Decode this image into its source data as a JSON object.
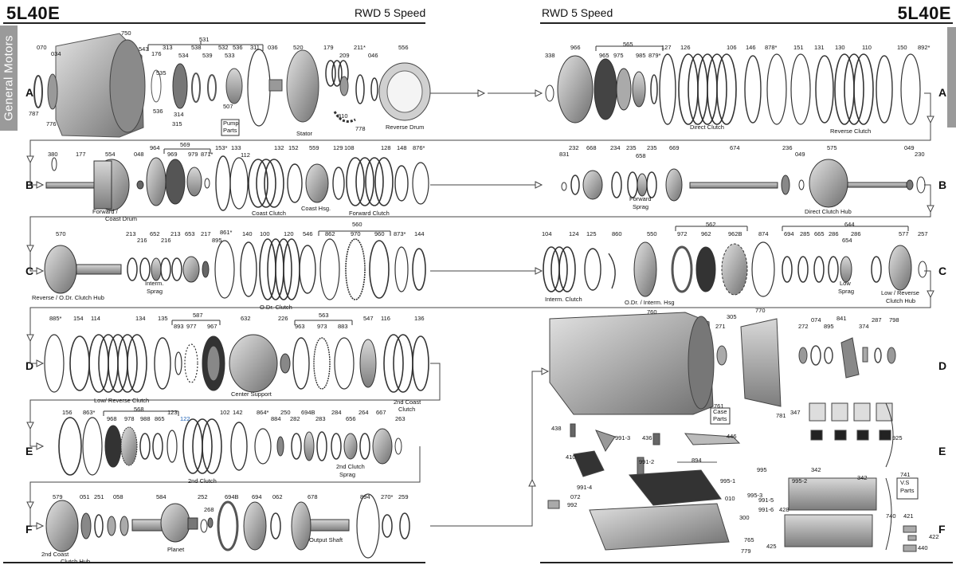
{
  "header": {
    "model_left": "5L40E",
    "model_right": "5L40E",
    "subtitle_left": "RWD 5 Speed",
    "subtitle_right": "RWD 5 Speed",
    "side_tab": "General Motors"
  },
  "rows": [
    "A",
    "B",
    "C",
    "D",
    "E",
    "F"
  ],
  "part_numbers": [
    "070",
    "034",
    "750",
    "787",
    "776",
    "543",
    "176",
    "313",
    "535",
    "536",
    "314",
    "315",
    "531",
    "534",
    "538",
    "539",
    "532",
    "533",
    "536",
    "311",
    "507",
    "036",
    "520",
    "179",
    "209",
    "211*",
    "310",
    "778",
    "046",
    "556",
    "380",
    "177",
    "554",
    "048",
    "964",
    "569",
    "969",
    "979",
    "871*",
    "153*",
    "133",
    "112",
    "132",
    "152",
    "559",
    "129",
    "108",
    "128",
    "148",
    "876*",
    "570",
    "213",
    "216",
    "652",
    "216",
    "213",
    "653",
    "217",
    "895",
    "861*",
    "140",
    "100",
    "120",
    "546",
    "862",
    "560",
    "970",
    "960",
    "873*",
    "144",
    "885*",
    "154",
    "114",
    "134",
    "135",
    "893",
    "977",
    "587",
    "967",
    "632",
    "226",
    "963",
    "973",
    "883",
    "563",
    "547",
    "116",
    "136",
    "156",
    "863*",
    "968",
    "978",
    "988",
    "865",
    "568",
    "123",
    "122",
    "102",
    "142",
    "864*",
    "884",
    "250",
    "282",
    "694B",
    "283",
    "284",
    "656",
    "264",
    "667",
    "263",
    "579",
    "051",
    "251",
    "058",
    "584",
    "252",
    "268",
    "694B",
    "694",
    "062",
    "678",
    "894",
    "270*",
    "259",
    "338",
    "966",
    "965",
    "975",
    "985",
    "879*",
    "565",
    "127",
    "126",
    "106",
    "146",
    "878*",
    "151",
    "131",
    "130",
    "110",
    "150",
    "892*",
    "831",
    "232",
    "668",
    "234",
    "235",
    "658",
    "235",
    "669",
    "674",
    "236",
    "049",
    "575",
    "049",
    "230",
    "104",
    "124",
    "125",
    "860",
    "550",
    "972",
    "962",
    "962B",
    "562",
    "874",
    "694",
    "285",
    "665",
    "286",
    "654",
    "286",
    "644",
    "577",
    "257",
    "760",
    "305",
    "770",
    "271",
    "272",
    "074",
    "895",
    "841",
    "374",
    "287",
    "798",
    "761",
    "781",
    "347",
    "925",
    "438",
    "991-3",
    "436",
    "446",
    "410",
    "991-2",
    "894",
    "995",
    "995-1",
    "995-3",
    "995-2",
    "991-5",
    "991-6",
    "428",
    "342",
    "342",
    "741",
    "991-4",
    "072",
    "992",
    "010",
    "300",
    "765",
    "779",
    "425",
    "740",
    "421",
    "422",
    "440"
  ],
  "labels": {
    "pump_parts": "Pump Parts",
    "stator": "Stator",
    "reverse_drum": "Reverse Drum",
    "forward_coast_drum": "Forward / Coast Drum",
    "coast_clutch": "Coast Clutch",
    "coast_hsg": "Coast Hsg.",
    "forward_clutch": "Forward Clutch",
    "reverse_odr_hub": "Reverse / O.Dr. Clutch Hub",
    "interm_sprag": "Interm. Sprag",
    "odr_clutch": "O.Dr. Clutch",
    "low_reverse_clutch": "Low/ Reverse Clutch",
    "center_support": "Center Support",
    "second_coast_clutch": "2nd Coast Clutch",
    "second_clutch": "2nd Clutch",
    "second_clutch_sprag": "2nd Clutch Sprag",
    "second_coast_clutch_hub": "2nd Coast Clutch Hub",
    "planet": "Planet",
    "output_shaft": "Output Shaft",
    "direct_clutch": "Direct Clutch",
    "reverse_clutch": "Reverse Clutch",
    "forward_sprag": "Forward Sprag",
    "direct_clutch_hub": "Direct Clutch Hub",
    "interm_clutch": "Interm. Clutch",
    "odr_interm_hsg": "O.Dr. / Interm. Hsg",
    "low_sprag": "Low Sprag",
    "low_reverse_hub": "Low / Reverse Clutch Hub",
    "case_parts": "Case Parts",
    "vs_parts": "V.S Parts"
  },
  "colors": {
    "tab_gray": "#9a9a9a",
    "line": "#333333",
    "case_metal": "#b5b5b5",
    "friction": "#555555"
  }
}
